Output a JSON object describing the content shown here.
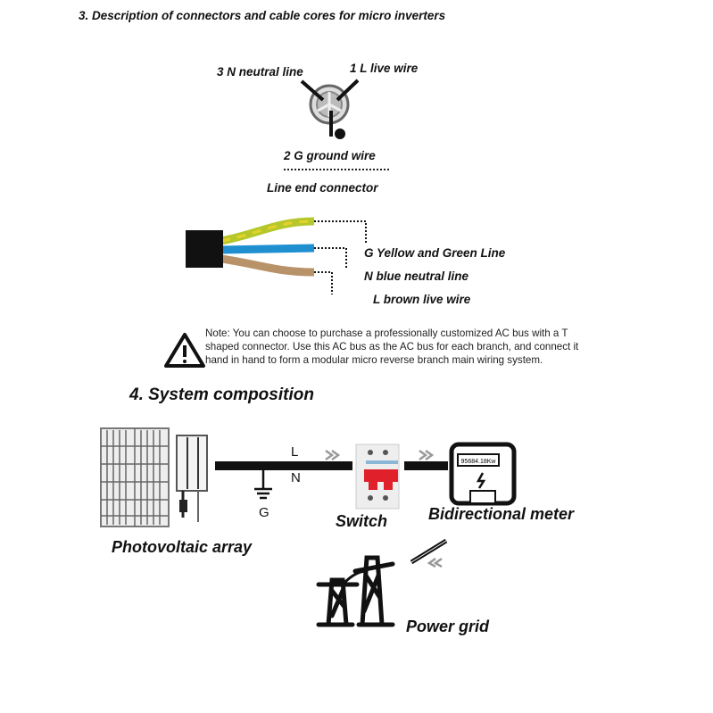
{
  "section3": {
    "title": "3. Description of connectors and cable cores for micro inverters",
    "connector": {
      "neutral_label": "3 N neutral line",
      "live_label": "1 L live wire",
      "ground_label": "2 G ground wire",
      "caption": "Line end connector"
    },
    "cable": {
      "ground_label": "G Yellow and Green Line",
      "neutral_label": "N blue neutral line",
      "live_label": "L brown live wire",
      "colors": {
        "ground": "#b5c72a",
        "neutral": "#1f8fd0",
        "live": "#b8936a"
      }
    },
    "note": {
      "icon": "warning-triangle-icon",
      "lines": [
        "Note: You can choose to purchase a professionally customized AC bus with a T",
        "shaped connector. Use this AC bus as the AC bus for each branch, and connect it",
        "hand in hand to form a modular micro reverse branch main wiring system."
      ]
    }
  },
  "section4": {
    "title": "4. System composition",
    "pv_label": "Photovoltaic array",
    "line_L": "L",
    "line_N": "N",
    "ground_G": "G",
    "switch_label": "Switch",
    "meter_label": "Bidirectional meter",
    "meter_reading": "95684.18Kw",
    "grid_label": "Power grid",
    "breaker_color": "#e0202a"
  }
}
